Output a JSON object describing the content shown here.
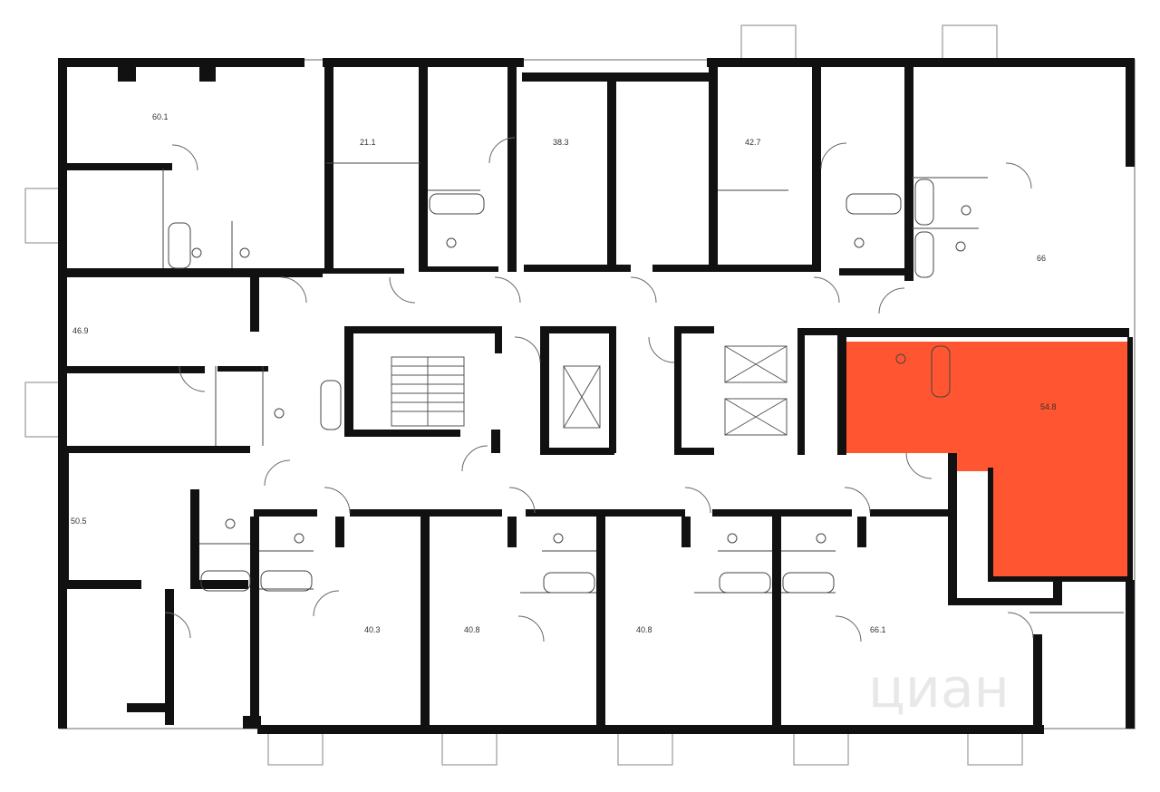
{
  "floorplan": {
    "highlight_color": "#FF5530",
    "wall_color": "#111111",
    "apartments": [
      {
        "id": "apt-60-1",
        "area": "60.1"
      },
      {
        "id": "apt-21-1",
        "area": "21.1"
      },
      {
        "id": "apt-38-3",
        "area": "38.3"
      },
      {
        "id": "apt-42-7",
        "area": "42.7"
      },
      {
        "id": "apt-66",
        "area": "66"
      },
      {
        "id": "apt-46-9",
        "area": "46.9"
      },
      {
        "id": "apt-54-8",
        "area": "54.8",
        "selected": true
      },
      {
        "id": "apt-50-5",
        "area": "50.5"
      },
      {
        "id": "apt-40-3",
        "area": "40.3"
      },
      {
        "id": "apt-40-8-a",
        "area": "40.8"
      },
      {
        "id": "apt-40-8-b",
        "area": "40.8"
      },
      {
        "id": "apt-66-1",
        "area": "66.1"
      }
    ],
    "watermark": "циан"
  }
}
